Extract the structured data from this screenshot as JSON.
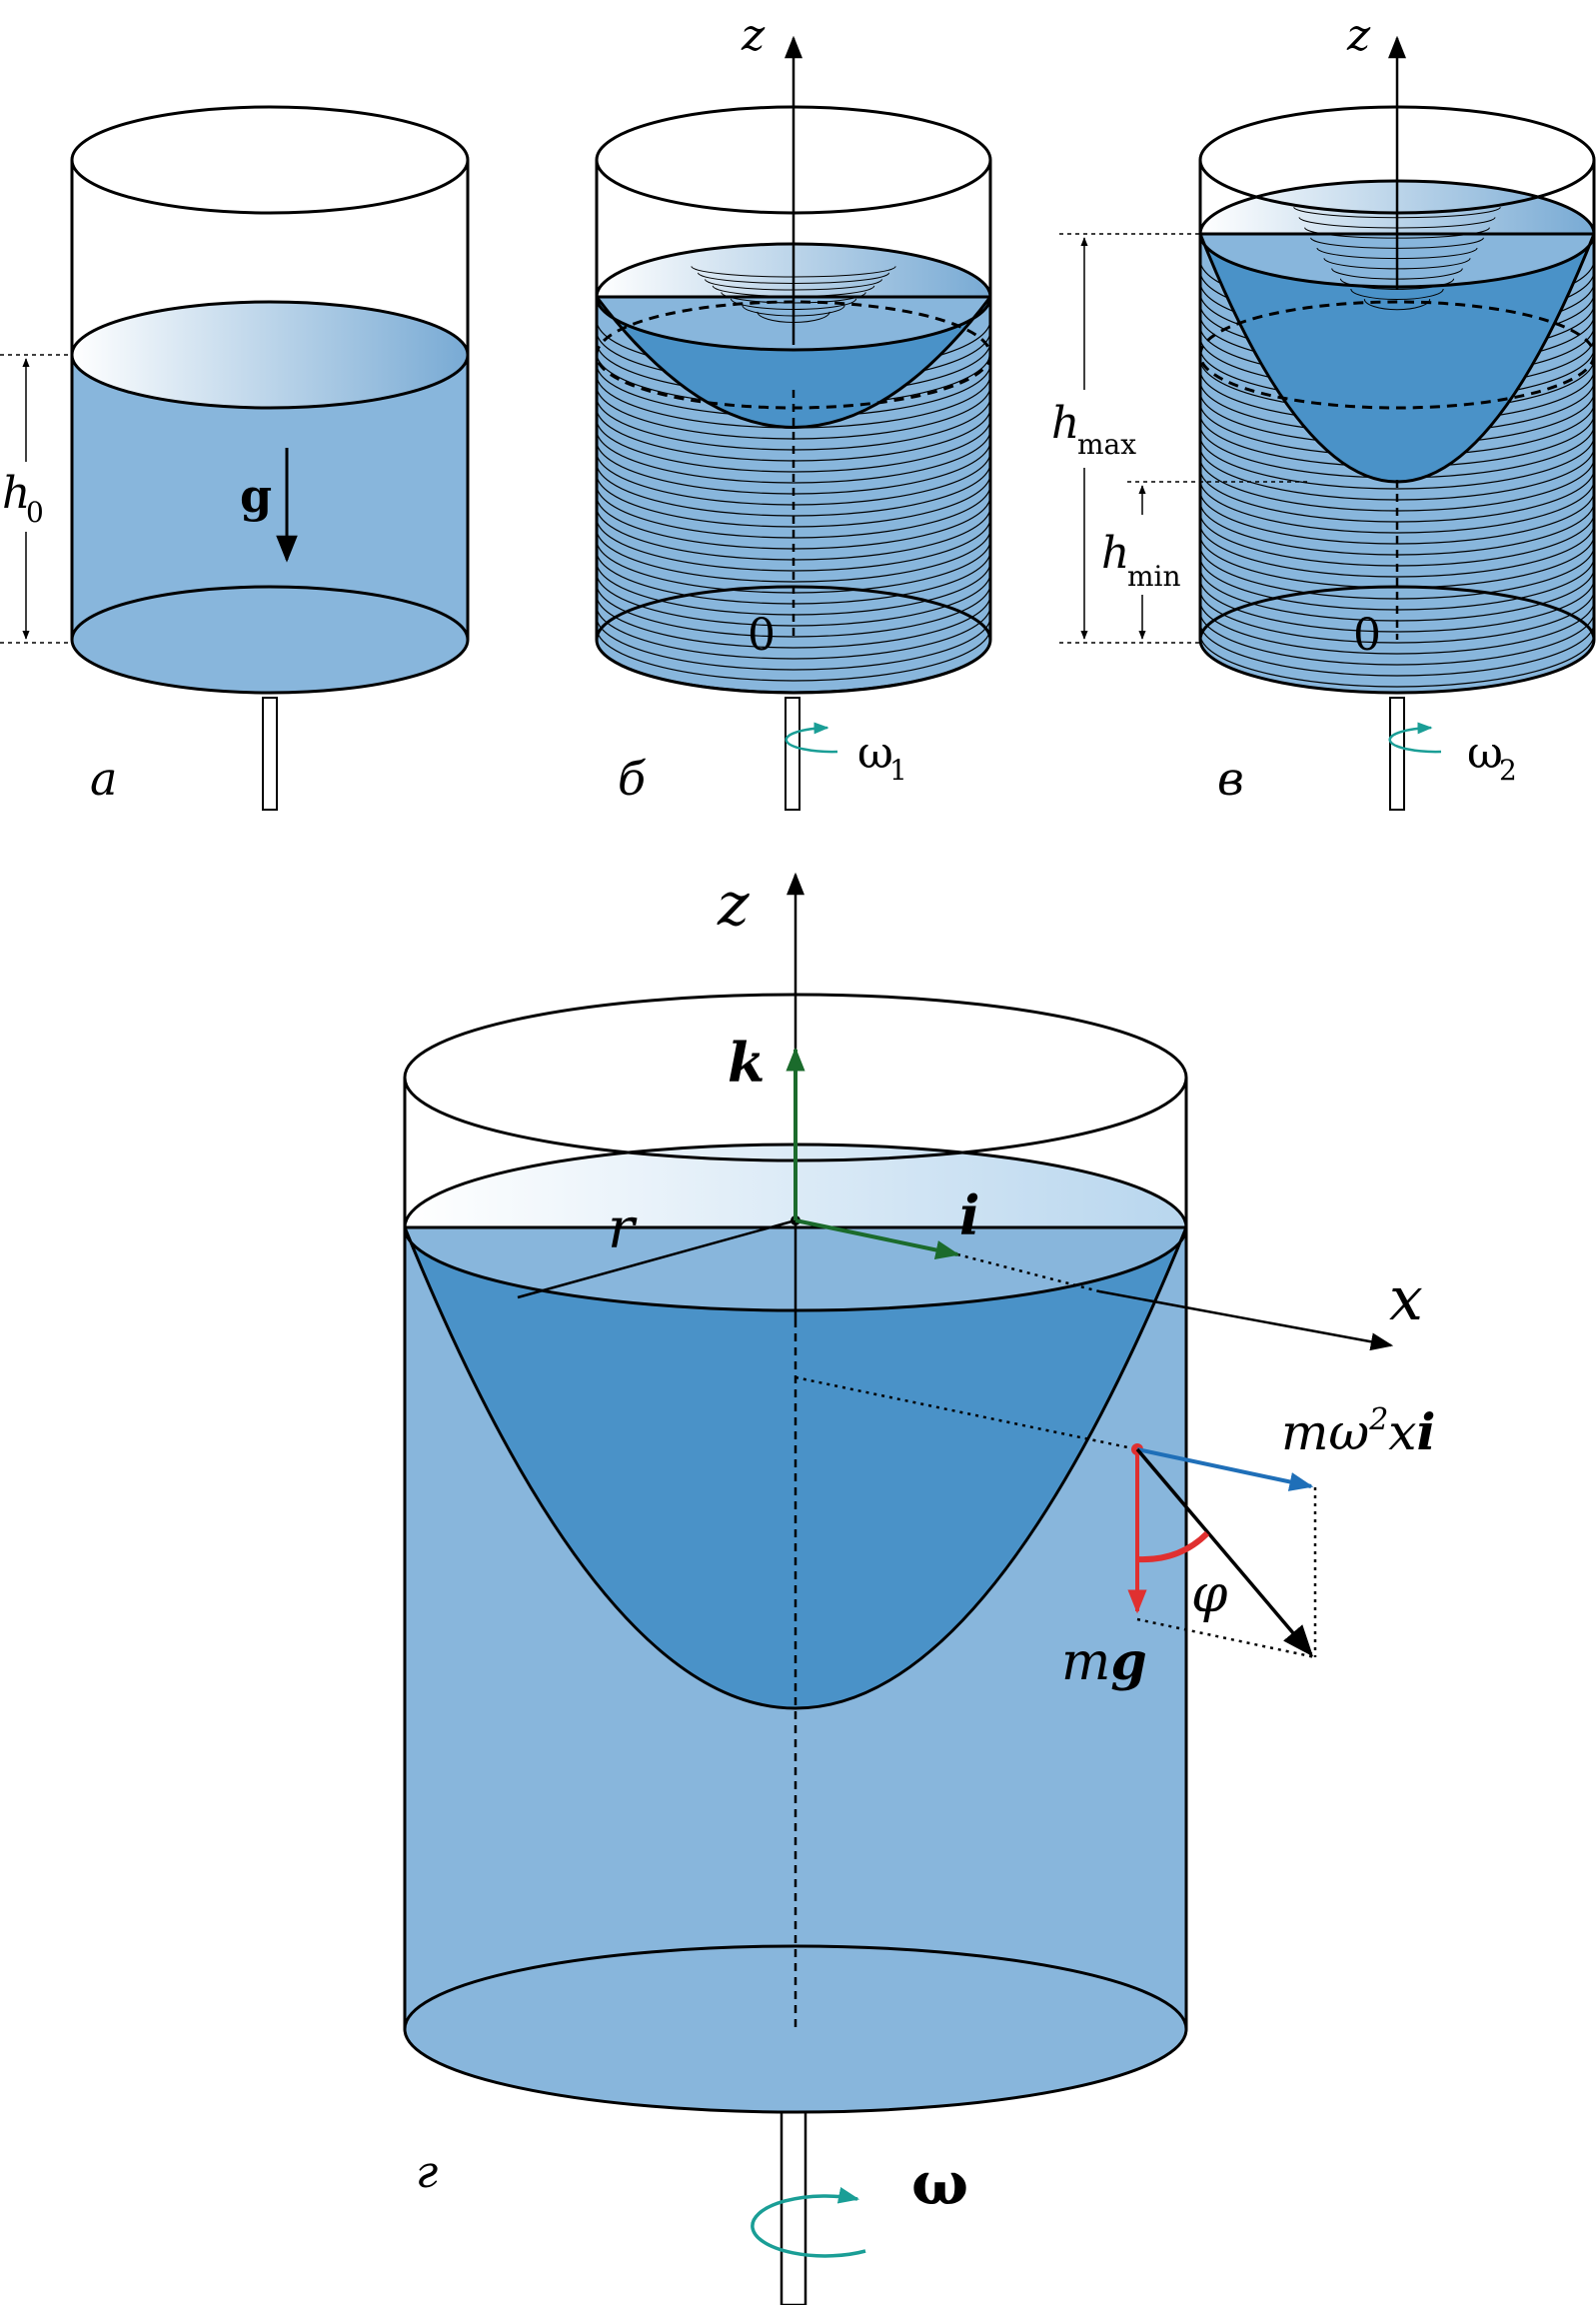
{
  "colors": {
    "water_light": "#88b6dc",
    "water_dark": "#4a92c8",
    "surface_top": "#bcd8ee",
    "outline": "#000000",
    "teal_rotation": "#1a9e96",
    "green_vector": "#1b6b2c",
    "blue_vector": "#1f6fb8",
    "red_vector": "#e03030"
  },
  "panel_a": {
    "label": "а",
    "h0": "h",
    "h0_sub": "0",
    "g": "g"
  },
  "panel_b": {
    "label": "б",
    "axis": "z",
    "origin": "0",
    "omega": "ω",
    "omega_sub": "1"
  },
  "panel_v": {
    "label": "в",
    "axis": "z",
    "origin": "0",
    "omega": "ω",
    "omega_sub": "2",
    "hmax": "h",
    "hmax_sub": "max",
    "hmin": "h",
    "hmin_sub": "min"
  },
  "panel_g": {
    "label": "г",
    "axis_z": "z",
    "axis_x": "x",
    "k": "k",
    "i": "i",
    "r": "r",
    "centrifugal_m": "mω",
    "centrifugal_exp": "2",
    "centrifugal_xi": "x",
    "centrifugal_i": "i",
    "gravity_m": "m",
    "gravity_g": "g",
    "phi": "φ",
    "omega": "ω"
  }
}
